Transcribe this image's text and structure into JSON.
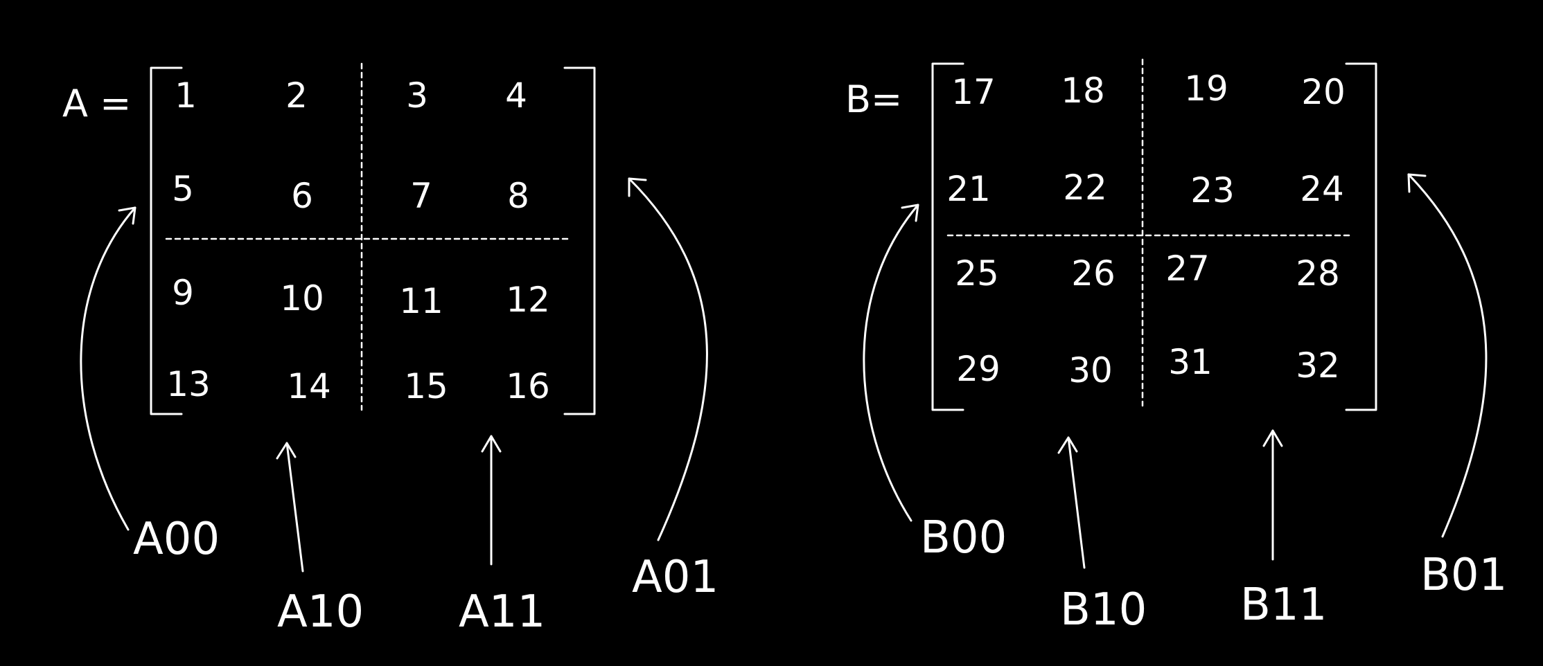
{
  "colors": {
    "background": "#000000",
    "ink": "#ffffff"
  },
  "matrices": [
    {
      "name": "A",
      "equals_label": "A =",
      "rows": [
        [
          "1",
          "2",
          "3",
          "4"
        ],
        [
          "5",
          "6",
          "7",
          "8"
        ],
        [
          "9",
          "10",
          "11",
          "12"
        ],
        [
          "13",
          "14",
          "15",
          "16"
        ]
      ],
      "block_labels": {
        "top_left": "A00",
        "bottom_left": "A10",
        "bottom_right": "A11",
        "top_right": "A01"
      }
    },
    {
      "name": "B",
      "equals_label": "B=",
      "rows": [
        [
          "17",
          "18",
          "19",
          "20"
        ],
        [
          "21",
          "22",
          "23",
          "24"
        ],
        [
          "25",
          "26",
          "27",
          "28"
        ],
        [
          "29",
          "30",
          "31",
          "32"
        ]
      ],
      "block_labels": {
        "top_left": "B00",
        "bottom_left": "B10",
        "bottom_right": "B11",
        "top_right": "B01"
      }
    }
  ]
}
